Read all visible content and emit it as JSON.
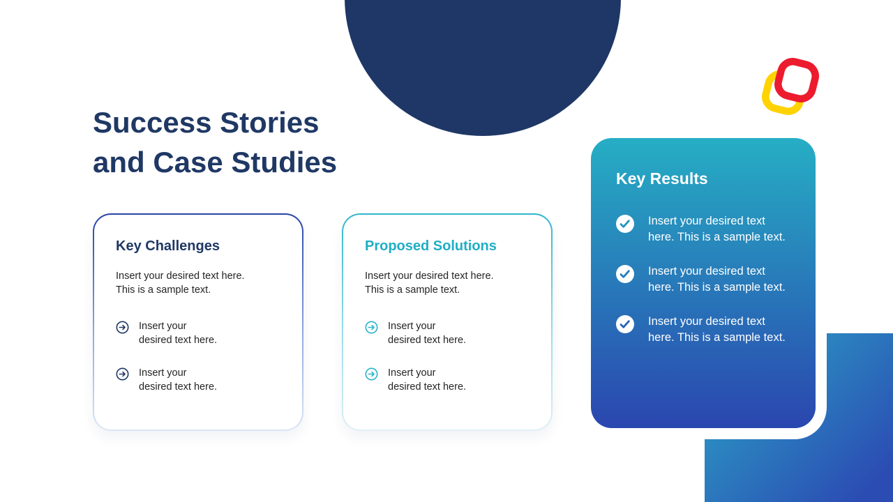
{
  "title": {
    "line1": "Success Stories",
    "line2": "and Case Studies"
  },
  "cards": [
    {
      "heading": "Key Challenges",
      "body": "Insert your desired text here. This is a sample text.",
      "bullets": [
        {
          "text": "Insert your desired text here."
        },
        {
          "text": "Insert your desired text here."
        }
      ]
    },
    {
      "heading": "Proposed Solutions",
      "body": "Insert your desired text here. This is a sample text.",
      "bullets": [
        {
          "text": "Insert your desired text here."
        },
        {
          "text": "Insert your desired text here."
        }
      ]
    }
  ],
  "results_panel": {
    "heading": "Key Results",
    "items": [
      {
        "text": "Insert your desired text here. This is a sample text."
      },
      {
        "text": "Insert your desired text here. This is a sample text."
      },
      {
        "text": "Insert your desired text here. This is a sample text."
      }
    ]
  },
  "icons": {
    "card_bullet": "arrow-circle-icon",
    "result_bullet": "check-circle-icon",
    "brand": "logo-mark-icon"
  },
  "colors": {
    "navy": "#1F3864",
    "teal_accent": "#1FAEC5",
    "panel_gradient_top": "#26AEC4",
    "panel_gradient_bottom": "#2A46AF",
    "square_gradient_start": "#2BA8C7",
    "square_gradient_end": "#2B4CB3",
    "logo_red": "#EC1C2E",
    "logo_yellow": "#FFD200",
    "check_color_1": "#2493C1",
    "check_color_2": "#267ABC",
    "check_color_3": "#2861B6"
  }
}
